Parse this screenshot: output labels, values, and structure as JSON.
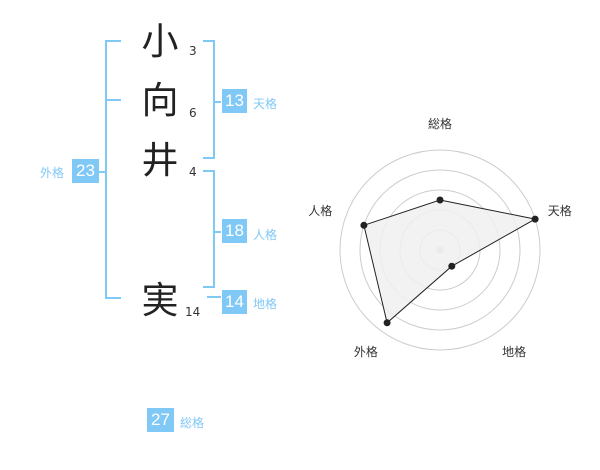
{
  "name": {
    "chars": [
      {
        "char": "小",
        "strokes": "3"
      },
      {
        "char": "向",
        "strokes": "6"
      },
      {
        "char": "井",
        "strokes": "4"
      },
      {
        "char": "実",
        "strokes": "14"
      }
    ]
  },
  "kaku": {
    "tenkaku": {
      "value": "13",
      "label": "天格"
    },
    "jinkaku": {
      "value": "18",
      "label": "人格"
    },
    "chikaku": {
      "value": "14",
      "label": "地格"
    },
    "gaikaku": {
      "value": "23",
      "label": "外格"
    },
    "soukaku": {
      "value": "27",
      "label": "総格"
    }
  },
  "chart_data": {
    "type": "radar",
    "axes": [
      "総格",
      "天格",
      "地格",
      "外格",
      "人格"
    ],
    "values": [
      0.5,
      1.0,
      0.2,
      0.9,
      0.8
    ],
    "range": [
      0,
      1
    ],
    "rings": 5,
    "colors": {
      "line": "#222222",
      "fill": "#f0f0f0",
      "grid": "#cccccc",
      "center": "#cccccc"
    }
  },
  "colors": {
    "accent": "#80c8f6",
    "text": "#222222"
  }
}
